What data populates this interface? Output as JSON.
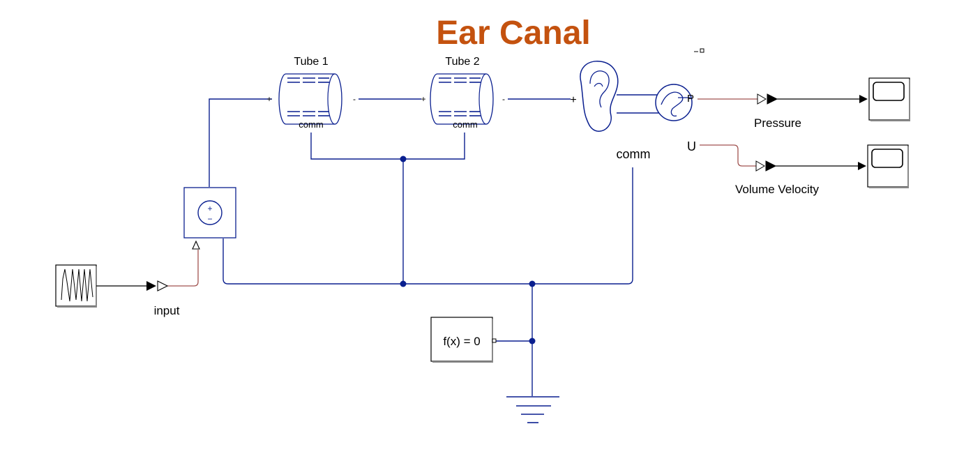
{
  "title": "Ear Canal",
  "tube1": {
    "name": "Tube 1",
    "plus": "+",
    "minus": "-",
    "port": "comm"
  },
  "tube2": {
    "name": "Tube 2",
    "plus": "+",
    "minus": "-",
    "port": "comm"
  },
  "ear": {
    "plus": "+",
    "p_port": "P",
    "comm": "comm"
  },
  "u_label": "U",
  "pressure_label": "Pressure",
  "volume_label": "Volume Velocity",
  "input_label": "input",
  "solver_label": "f(x) = 0",
  "source": {
    "plus": "+",
    "minus": "−"
  },
  "colors": {
    "title": "#c4520f",
    "wire": "#0a1f8f",
    "signal": "#a0524f"
  }
}
